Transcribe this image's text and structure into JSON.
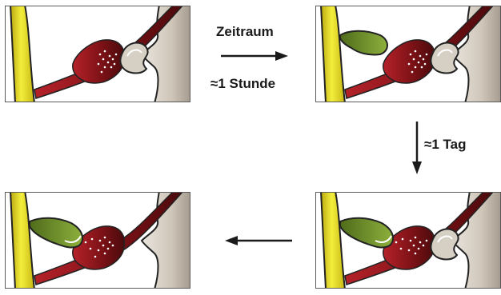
{
  "labels": {
    "period": "Zeitraum",
    "hour": "≈1 Stunde",
    "day": "≈1 Tag"
  },
  "colors": {
    "axon_yellow": "#e6df2a",
    "dendrite_gray": "#d6cfc4",
    "synapse_red": "#8c1a1f",
    "spine_green": "#7e9e33"
  }
}
